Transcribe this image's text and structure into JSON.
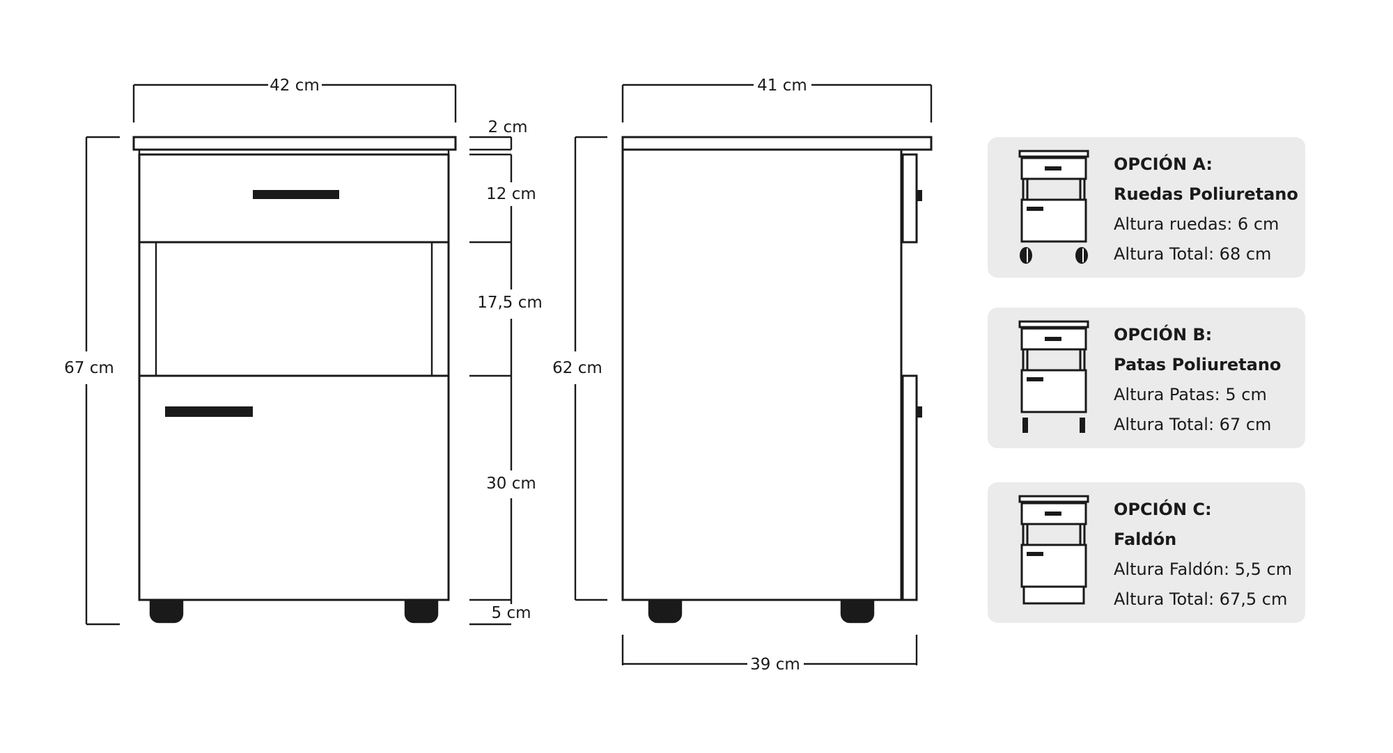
{
  "front": {
    "width": "42 cm",
    "total_height": "67 cm",
    "top": "2 cm",
    "drawer": "12 cm",
    "niche": "17,5 cm",
    "door": "30 cm",
    "base": "5 cm"
  },
  "side": {
    "top_width": "41 cm",
    "height": "62 cm",
    "bottom_width": "39 cm"
  },
  "options": [
    {
      "title": "OPCIÓN A:",
      "subtitle": "Ruedas Poliuretano",
      "line1": "Altura ruedas: 6 cm",
      "line2": "Altura Total: 68 cm",
      "base": "wheels"
    },
    {
      "title": "OPCIÓN B:",
      "subtitle": "Patas Poliuretano",
      "line1": "Altura Patas: 5 cm",
      "line2": "Altura Total: 67 cm",
      "base": "legs"
    },
    {
      "title": "OPCIÓN C:",
      "subtitle": "Faldón",
      "line1": "Altura Faldón: 5,5 cm",
      "line2": "Altura Total: 67,5 cm",
      "base": "skirt"
    }
  ]
}
